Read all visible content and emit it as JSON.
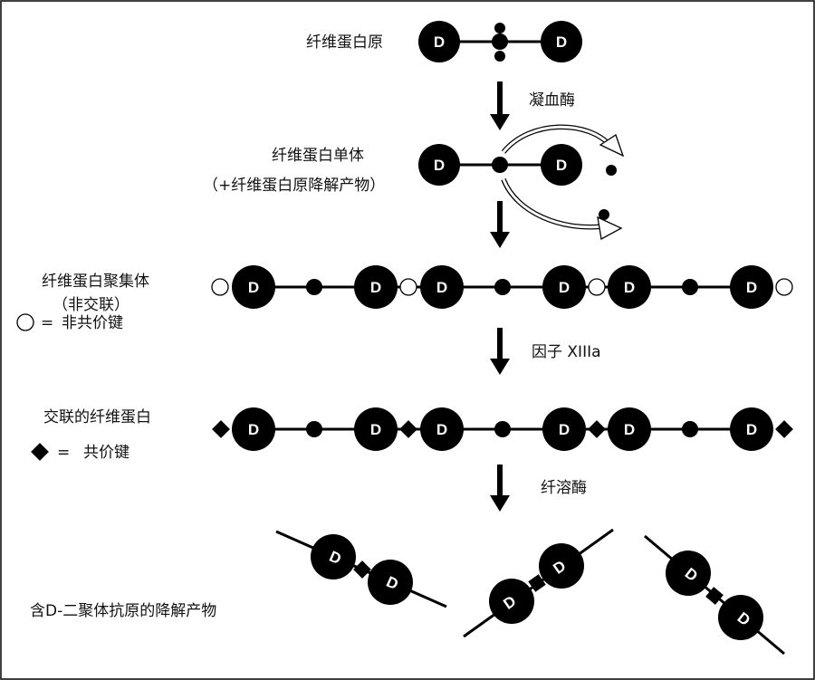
{
  "labels": {
    "fibrinogen": "纤维蛋白原",
    "thrombin": "凝血酶",
    "monomer": "纤维蛋白单体",
    "monomer_note": "（+纤维蛋白原降解产物）",
    "aggregate": "纤维蛋白聚集体",
    "aggregate_note": "（非交联）",
    "noncovalent_legend": "非共价键",
    "factor": "因子 XIIIa",
    "crosslinked": "交联的纤维蛋白",
    "covalent_legend": "共价键",
    "plasmin": "纤溶酶",
    "products": "含D-二聚体抗原的降解产物"
  },
  "symbols": {
    "domain_letter": "D",
    "equals": "="
  },
  "colors": {
    "ink": "#000000",
    "paper": "#ffffff"
  }
}
